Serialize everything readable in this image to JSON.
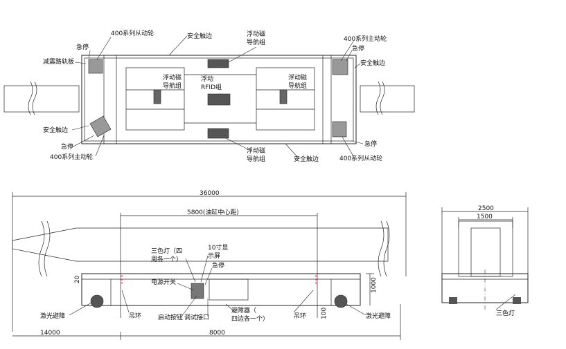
{
  "top_view": {
    "labels": {
      "driven_wheel_tl": "400系列从动轮",
      "estop_tl": "急停",
      "damping_plate": "减震路轨板",
      "safety_edge_top": "安全触边",
      "mag_nav_top": [
        "浮动磁",
        "导航组"
      ],
      "drive_wheel_tr": "400系列主动轮",
      "estop_tr": "急停",
      "safety_edge_tr": "安全触边",
      "mag_nav_left_inner": [
        "浮动磁",
        "导航组"
      ],
      "rfid": [
        "浮动",
        "RFID组"
      ],
      "mag_nav_right_inner": [
        "浮动磁",
        "导航组"
      ],
      "safety_edge_left": "安全触边",
      "estop_bl": "急停",
      "drive_wheel_bl": "400系列主动轮",
      "mag_nav_bottom": [
        "浮动磁",
        "导航组"
      ],
      "safety_edge_bottom": "安全触边",
      "estop_br": "急停",
      "driven_wheel_br": "400系列从动轮"
    }
  },
  "front_view": {
    "dims": {
      "overall": "36000",
      "cylinder_center": "5800(油缸中心距)",
      "left_length": "14000",
      "body_length": "8000",
      "height": "1000",
      "clearance_top": "20",
      "clearance_bottom": "100"
    },
    "labels": {
      "tri_light": [
        "三色灯（四",
        "周各一个）"
      ],
      "display": [
        "10寸显",
        "示屏"
      ],
      "estop": "急停",
      "power_switch": "电源开关",
      "start_button": "启动按钮",
      "debug_port": "调试接口",
      "obstacle": [
        "避障器（",
        "四边各一个）"
      ],
      "laser_left": "激光避障",
      "lift_ring_left": "吊环",
      "lift_ring_right": "吊环",
      "laser_right": "激光避障"
    }
  },
  "side_view": {
    "dims": {
      "width": "2500",
      "inner": "1500"
    },
    "labels": {
      "tri_light": "三色灯"
    }
  }
}
